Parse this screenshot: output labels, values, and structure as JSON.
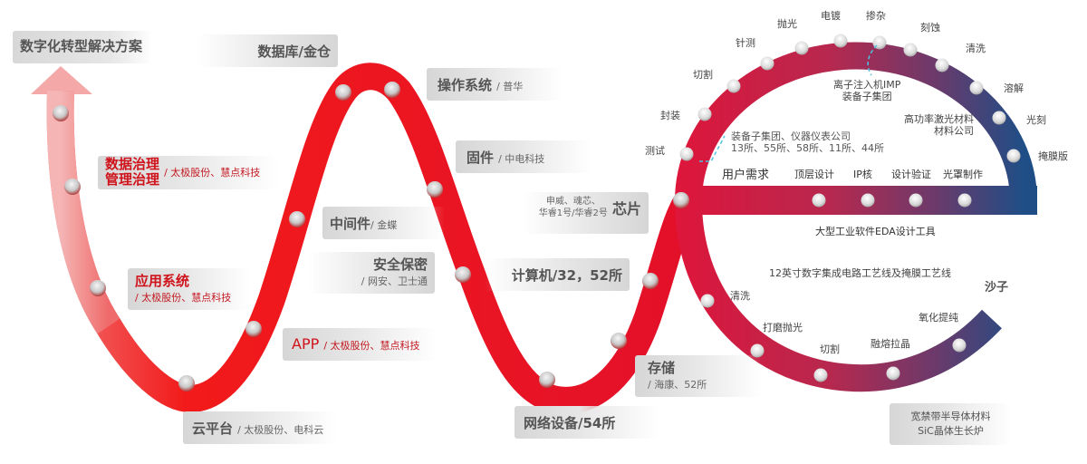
{
  "title": "数字化转型解决方案",
  "colors": {
    "wave_red": "#f0141a",
    "arrow_pink": "#f2a0a0",
    "ring_start": "#d8173a",
    "ring_end": "#1f4e86",
    "label_bg": "#dcdcdc",
    "accent_text": "#d0121b",
    "leader_line": "#4fc3e0"
  },
  "left_wave": {
    "labels": [
      {
        "main": "数据库/金仓",
        "sub": ""
      },
      {
        "main": "数据治理",
        "main2": "管理治理",
        "sub": "/ 太极股份、慧点科技"
      },
      {
        "main": "应用系统",
        "sub": "/ 太极股份、慧点科技"
      },
      {
        "main": "中间件",
        "sub": "/ 金蝶"
      },
      {
        "main": "安全保密",
        "sub": "/ 网安、卫士通"
      },
      {
        "main": "APP",
        "sub": "/ 太极股份、慧点科技"
      },
      {
        "main": "云平台",
        "sub": "/ 太极股份、电科云"
      },
      {
        "main": "操作系统",
        "sub": "/ 普华"
      },
      {
        "main": "固件",
        "sub": "/ 中电科技"
      },
      {
        "main": "芯片",
        "sub": "申威、魂芯、",
        "sub2": "华睿1号/华睿2号"
      },
      {
        "main": "计算机/32，52所",
        "sub": ""
      },
      {
        "main": "网络设备/54所",
        "sub": ""
      },
      {
        "main": "存储",
        "sub": "/ 海康、52所"
      }
    ]
  },
  "ring": {
    "outer_steps": [
      "测试",
      "封装",
      "切割",
      "针测",
      "抛光",
      "电镀",
      "掺杂",
      "刻蚀",
      "清洗",
      "溶解",
      "光刻",
      "掩膜版"
    ],
    "bar_steps": [
      "用户需求",
      "顶层设计",
      "IP核",
      "设计验证",
      "光罩制作"
    ],
    "bar_caption": "大型工业软件EDA设计工具",
    "inner_note_1": {
      "line1": "装备子集团、仪器仪表公司",
      "line2": "13所、55所、58所、11所、44所"
    },
    "inner_note_2": {
      "line1": "离子注入机IMP",
      "line2": "装备子集团"
    },
    "inner_note_3": {
      "line1": "高功率激光材料",
      "line2": "材料公司"
    },
    "lower_caption": "12英寸数字集成电路工艺线及掩膜工艺线",
    "lower_steps": [
      "清洗",
      "打磨抛光",
      "切割",
      "融熔拉晶",
      "氧化提纯"
    ],
    "end_label": "沙子",
    "material_box": {
      "line1": "宽禁带半导体材料",
      "line2": "SiC晶体生长炉"
    }
  }
}
